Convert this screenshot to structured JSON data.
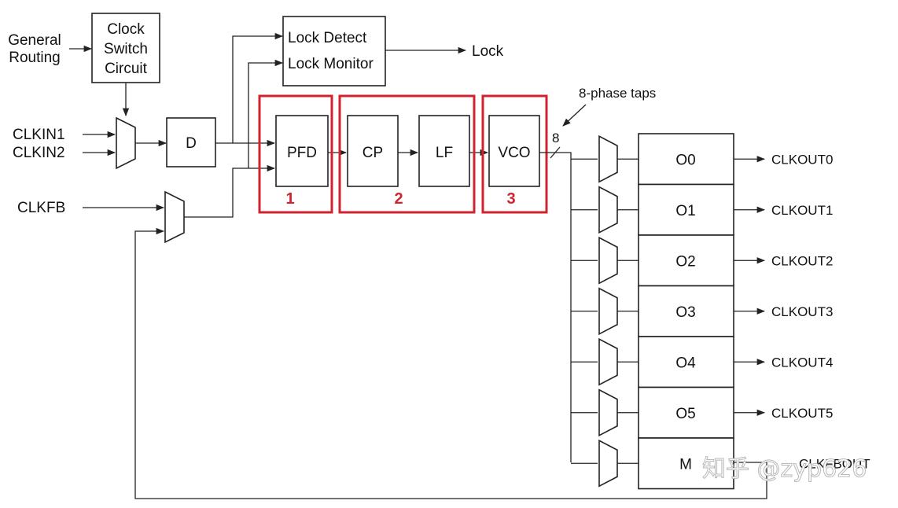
{
  "inputs": {
    "general_routing_line1": "General",
    "general_routing_line2": "Routing",
    "clkin1": "CLKIN1",
    "clkin2": "CLKIN2",
    "clkfb": "CLKFB"
  },
  "blocks": {
    "clock_switch_line1": "Clock",
    "clock_switch_line2": "Switch",
    "clock_switch_line3": "Circuit",
    "divider": "D",
    "lock_detect": "Lock Detect",
    "lock_monitor": "Lock Monitor",
    "pfd": "PFD",
    "cp": "CP",
    "lf": "LF",
    "vco": "VCO"
  },
  "outputs": {
    "lock": "Lock",
    "phase_taps": "8-phase taps",
    "bus_width": "8"
  },
  "highlights": {
    "color": "#d0232f",
    "group1": "1",
    "group2": "2",
    "group3": "3"
  },
  "counters": [
    "O0",
    "O1",
    "O2",
    "O3",
    "O4",
    "O5",
    "M"
  ],
  "clock_outputs": [
    "CLKOUT0",
    "CLKOUT1",
    "CLKOUT2",
    "CLKOUT3",
    "CLKOUT4",
    "CLKOUT5",
    "CLKFBOUT"
  ],
  "watermark": "知乎 @zyp626"
}
